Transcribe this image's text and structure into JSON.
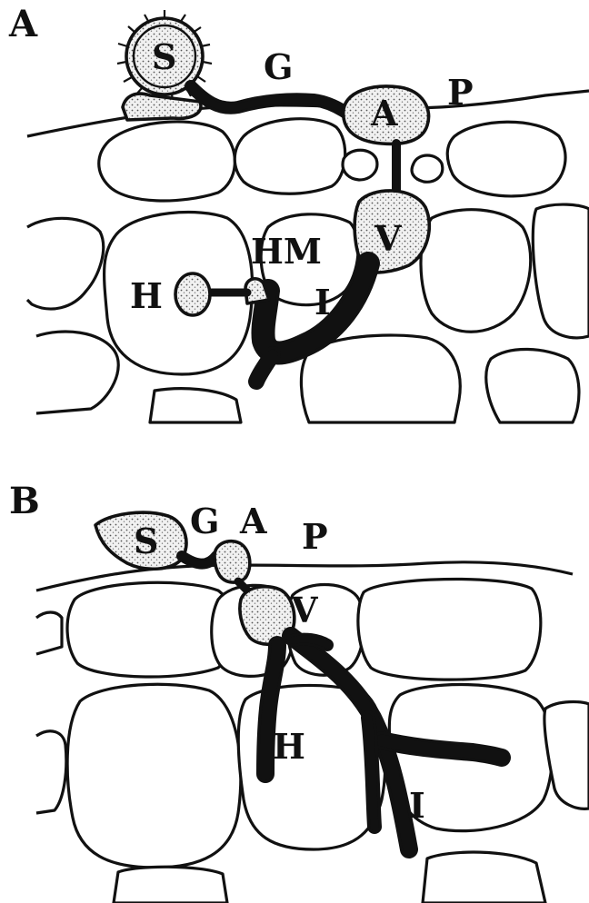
{
  "panels": [
    {
      "id": "A",
      "label": "A",
      "parts": {
        "S": "S",
        "G": "G",
        "A": "A",
        "P": "P",
        "V": "V",
        "HM": "HM",
        "H": "H",
        "I": "I"
      }
    },
    {
      "id": "B",
      "label": "B",
      "parts": {
        "S": "S",
        "G": "G",
        "A": "A",
        "P": "P",
        "V": "V",
        "H": "H",
        "I": "I"
      }
    }
  ],
  "colors": {
    "ink": "#111111",
    "background": "#ffffff",
    "stipple": "#f1f1f1"
  }
}
